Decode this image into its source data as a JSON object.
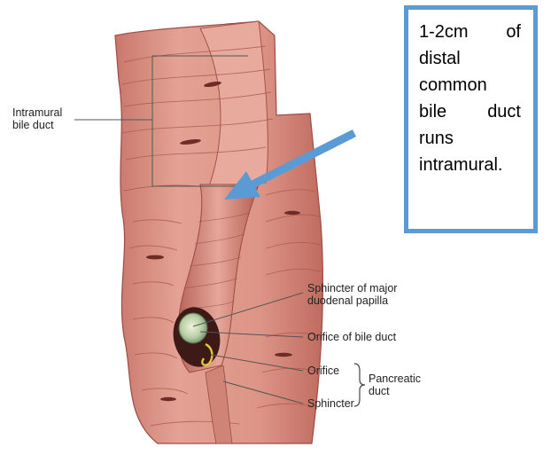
{
  "labels": {
    "intramural_line1": "Intramural",
    "intramural_line2": "bile duct",
    "sphincter_major_line1": "Sphincter of major",
    "sphincter_major_line2": "duodenal papilla",
    "orifice_bile": "Orifice of bile duct",
    "orifice": "Orifice",
    "sphincter": "Sphincter",
    "pancreatic_line1": "Pancreatic",
    "pancreatic_line2": "duct"
  },
  "callout": {
    "row1_a": "1-2cm",
    "row1_b": "of",
    "row2": "distal",
    "row3": "common",
    "row4_a": "bile",
    "row4_b": "duct",
    "row5": "runs",
    "row6": "intramural."
  },
  "colors": {
    "muscle": "#d98a7c",
    "muscle_dark": "#b5594e",
    "arrow": "#5b9bd5",
    "callout_border": "#5b9bd5"
  }
}
